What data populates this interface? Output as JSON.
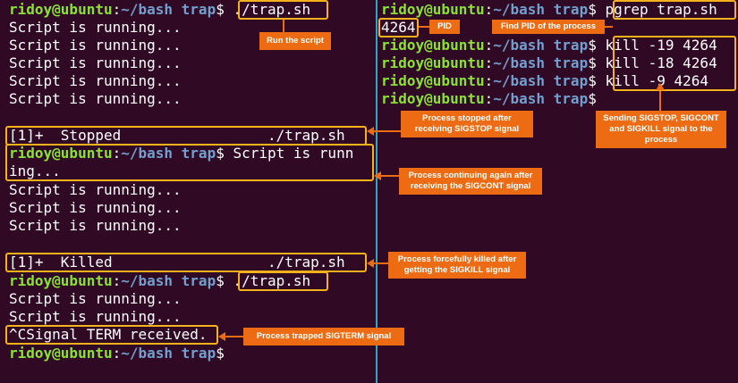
{
  "prompt": {
    "user": "ridoy@ubuntu",
    "sep": ":",
    "path": "~/bash trap",
    "symbol": "$ "
  },
  "left": {
    "cmd1": "./trap.sh",
    "running": "Script is running...",
    "stopped_job": "[1]+  Stopped                 ./trap.sh",
    "cont_cmd_a": "Script is runn",
    "cont_cmd_b": "ing...",
    "killed_job": "[1]+  Killed                  ./trap.sh",
    "cmd2": "./trap.sh",
    "signal_msg": "^CSignal TERM received."
  },
  "right": {
    "cmd_pgrep": "pgrep trap.sh",
    "pid": "4264",
    "kill_stop": "kill -19 4264",
    "kill_cont": "kill -18 4264",
    "kill_kill": "kill -9 4264"
  },
  "callouts": {
    "run_script": "Run the script",
    "pid": "PID",
    "find_pid": "Find PID of the process",
    "sending_signals": "Sending SIGSTOP, SIGCONT and SIGKILL signal to the process",
    "stopped": "Process stopped after receiving SIGSTOP signal",
    "continuing": "Process continuing again after receiving the SIGCONT signal",
    "killed": "Process forcefully killed after getting the SIGKILL signal",
    "trapped": "Process trapped SIGTERM signal"
  },
  "colors": {
    "background": "#300a24",
    "user": "#8ae234",
    "path": "#729fcf",
    "highlight": "#f7b21b",
    "callout": "#ec6b13",
    "divider": "#2fa7c2"
  }
}
